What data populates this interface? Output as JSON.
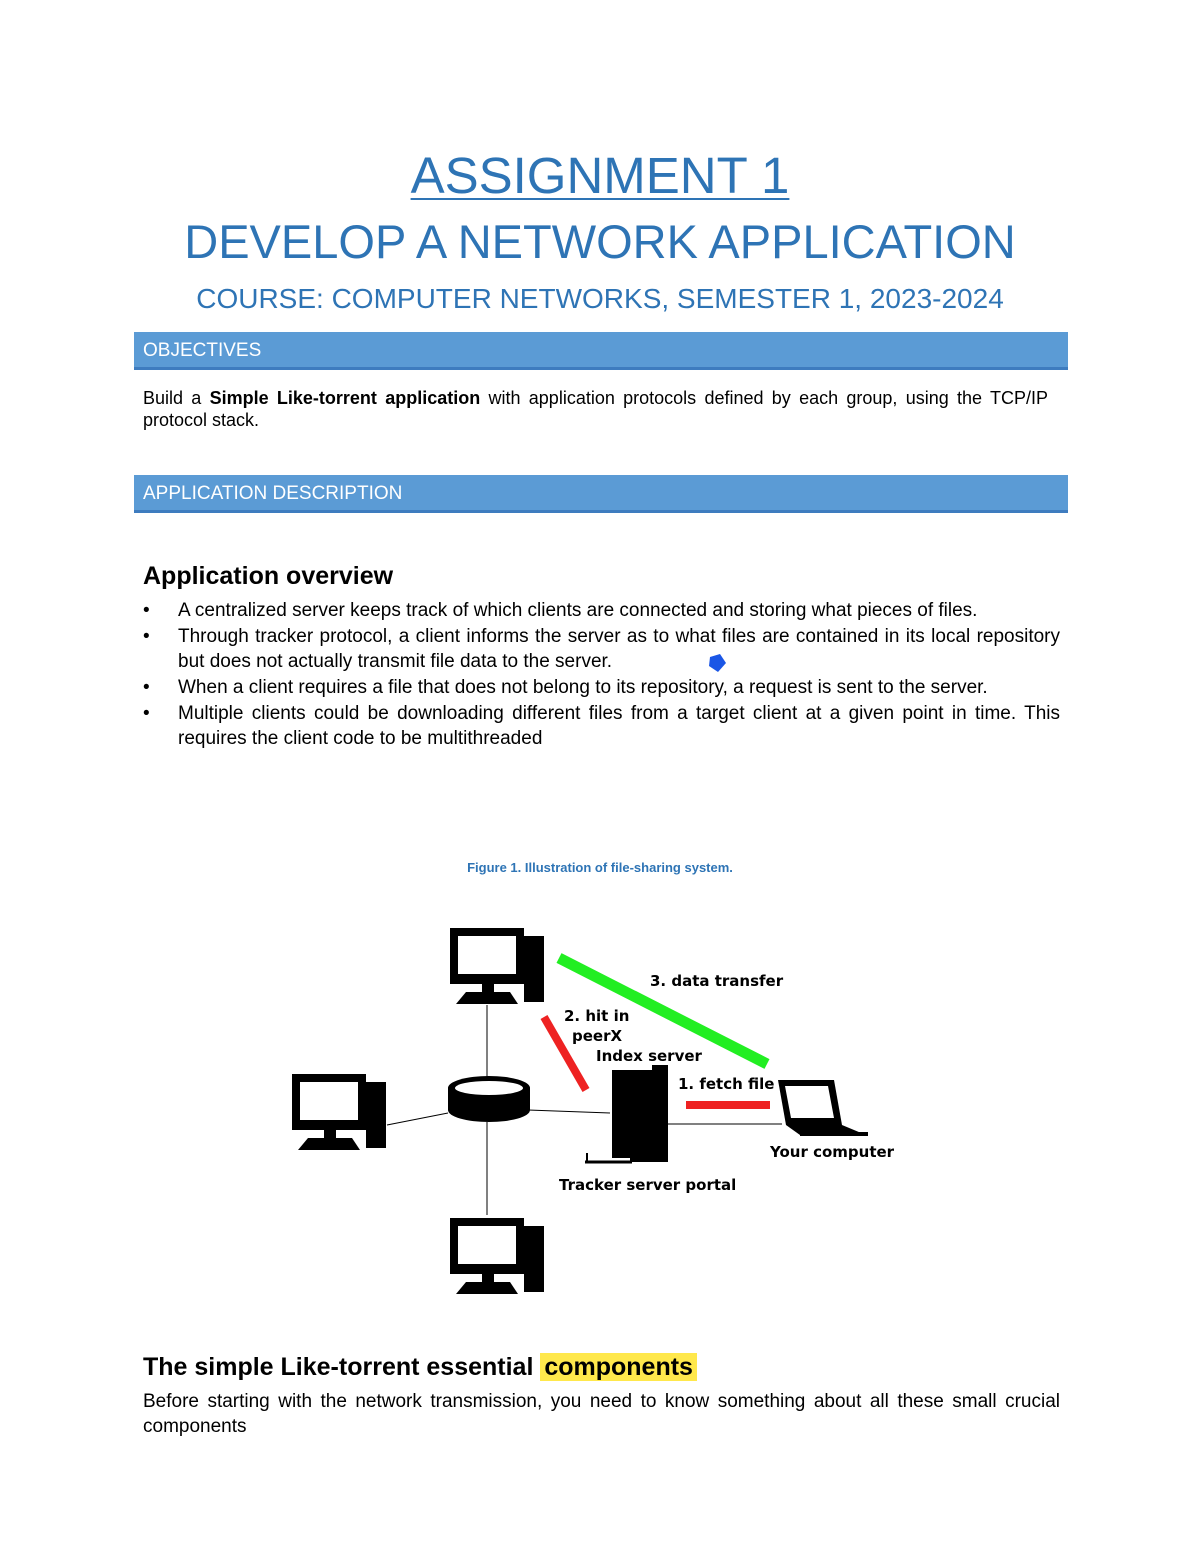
{
  "header": {
    "title": "ASSIGNMENT 1",
    "subtitle": "DEVELOP A NETWORK APPLICATION",
    "course": "COURSE: COMPUTER NETWORKS, SEMESTER 1, 2023-2024"
  },
  "objectives": {
    "heading": "OBJECTIVES",
    "text_before": "Build a ",
    "text_bold": "Simple Like-torrent application",
    "text_after": " with application protocols defined by each group, using the TCP/IP protocol stack."
  },
  "app_description": {
    "heading": "APPLICATION DESCRIPTION",
    "overview_heading": "Application overview",
    "bullet_symbol": "•",
    "bullets": [
      "A centralized server keeps track of which clients are connected and storing what pieces of files.",
      "Through tracker protocol, a client informs the server as to what files are contained in its local repository but does not actually transmit file data to the server.",
      "When a client requires a file that does not belong to its repository, a request is sent to the server.",
      "Multiple clients could be downloading different files from a target client at a given point in time. This requires the client code to be multithreaded"
    ]
  },
  "figure": {
    "caption": "Figure 1. Illustration of file-sharing system.",
    "labels": {
      "data_transfer": "3. data transfer",
      "hit_line1": "2. hit in",
      "hit_line2": "peerX",
      "index_server": "Index server",
      "fetch_file": "1. fetch file",
      "your_computer": "Your computer",
      "tracker_portal": "Tracker server portal"
    },
    "colors": {
      "green": "#22ee22",
      "red": "#ee2222",
      "accent": "#2e74b5"
    }
  },
  "components": {
    "heading_before": "The simple Like-torrent essential ",
    "heading_highlight": "components",
    "text": "Before starting with the network transmission, you need to know something about all these small crucial components"
  }
}
